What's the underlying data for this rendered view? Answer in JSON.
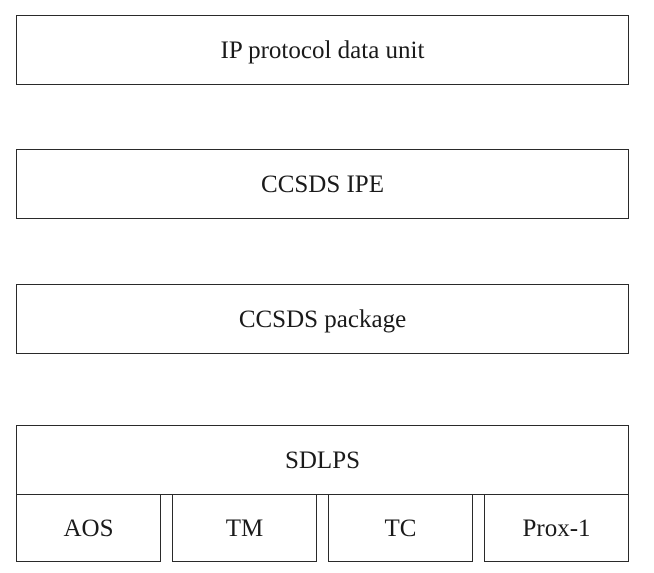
{
  "layers": [
    {
      "label": "IP protocol data unit"
    },
    {
      "label": "CCSDS IPE"
    },
    {
      "label": "CCSDS package"
    },
    {
      "label": "SDLPS"
    }
  ],
  "sublayers": [
    {
      "label": "AOS"
    },
    {
      "label": "TM"
    },
    {
      "label": "TC"
    },
    {
      "label": "Prox-1"
    }
  ]
}
